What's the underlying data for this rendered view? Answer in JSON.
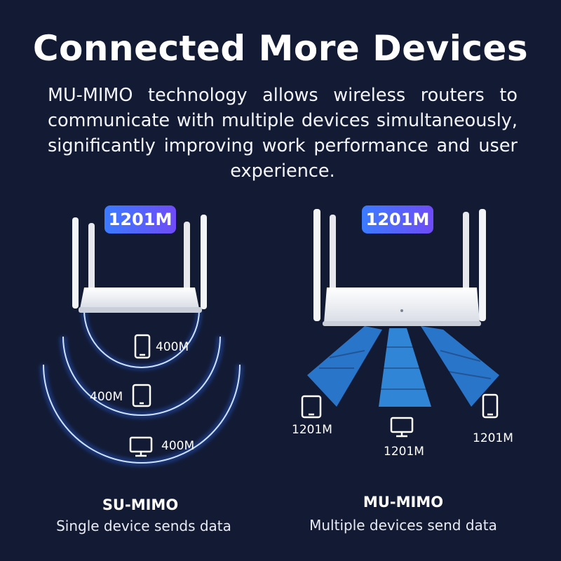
{
  "title": "Connected More Devices",
  "description": "MU-MIMO technology allows wireless routers to communicate with multiple devices simultaneously, significantly improving work performance and user experience.",
  "left": {
    "speed": "1201M",
    "devices": [
      {
        "icon": "smartphone-icon",
        "label": "400M"
      },
      {
        "icon": "tablet-icon",
        "label": "400M"
      },
      {
        "icon": "monitor-icon",
        "label": "400M"
      }
    ],
    "mode": "SU-MIMO",
    "caption": "Single device sends data"
  },
  "right": {
    "speed": "1201M",
    "devices": [
      {
        "icon": "tablet-icon",
        "label": "1201M"
      },
      {
        "icon": "monitor-icon",
        "label": "1201M"
      },
      {
        "icon": "smartphone-icon",
        "label": "1201M"
      }
    ],
    "mode": "MU-MIMO",
    "caption": "Multiple devices send data"
  },
  "colors": {
    "background": "#131a33",
    "badge_start": "#3b7bff",
    "badge_end": "#6f4bf7",
    "beam": "#2f8cf0"
  }
}
